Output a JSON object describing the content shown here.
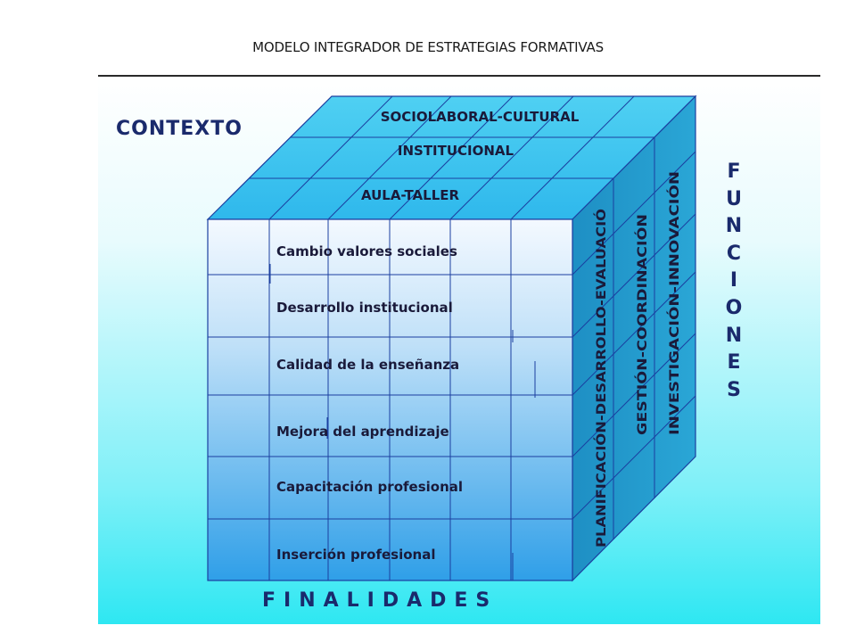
{
  "title": "MODELO INTEGRADOR DE ESTRATEGIAS FORMATIVAS",
  "axis_labels": {
    "contexto": "CONTEXTO",
    "finalidades": "FINALIDADES",
    "funciones": "FUNCIONES"
  },
  "context_levels": [
    "SOCIOLABORAL-CULTURAL",
    "INSTITUCIONAL",
    "AULA-TALLER"
  ],
  "finalidades_rows": [
    "Cambio valores sociales",
    "Desarrollo institucional",
    "Calidad de la enseñanza",
    "Mejora del aprendizaje",
    "Capacitación profesional",
    "Inserción profesional"
  ],
  "funciones_columns": [
    "PLANIFICACIÓN-DESARROLLO-EVALUACIÓ",
    "GESTIÓN-COORDINACIÓN",
    "INVESTIGACIÓN-INNOVACIÓN"
  ],
  "colors": {
    "front_top": "#f2f8ff",
    "front_bottom": "#2a9ce8",
    "top_face": "#3cc3ef",
    "side_face": "#2398c9",
    "grid_line": "#1b3fa0",
    "label_text": "#1a2a6c",
    "cube_text": "#1a1a3a"
  }
}
